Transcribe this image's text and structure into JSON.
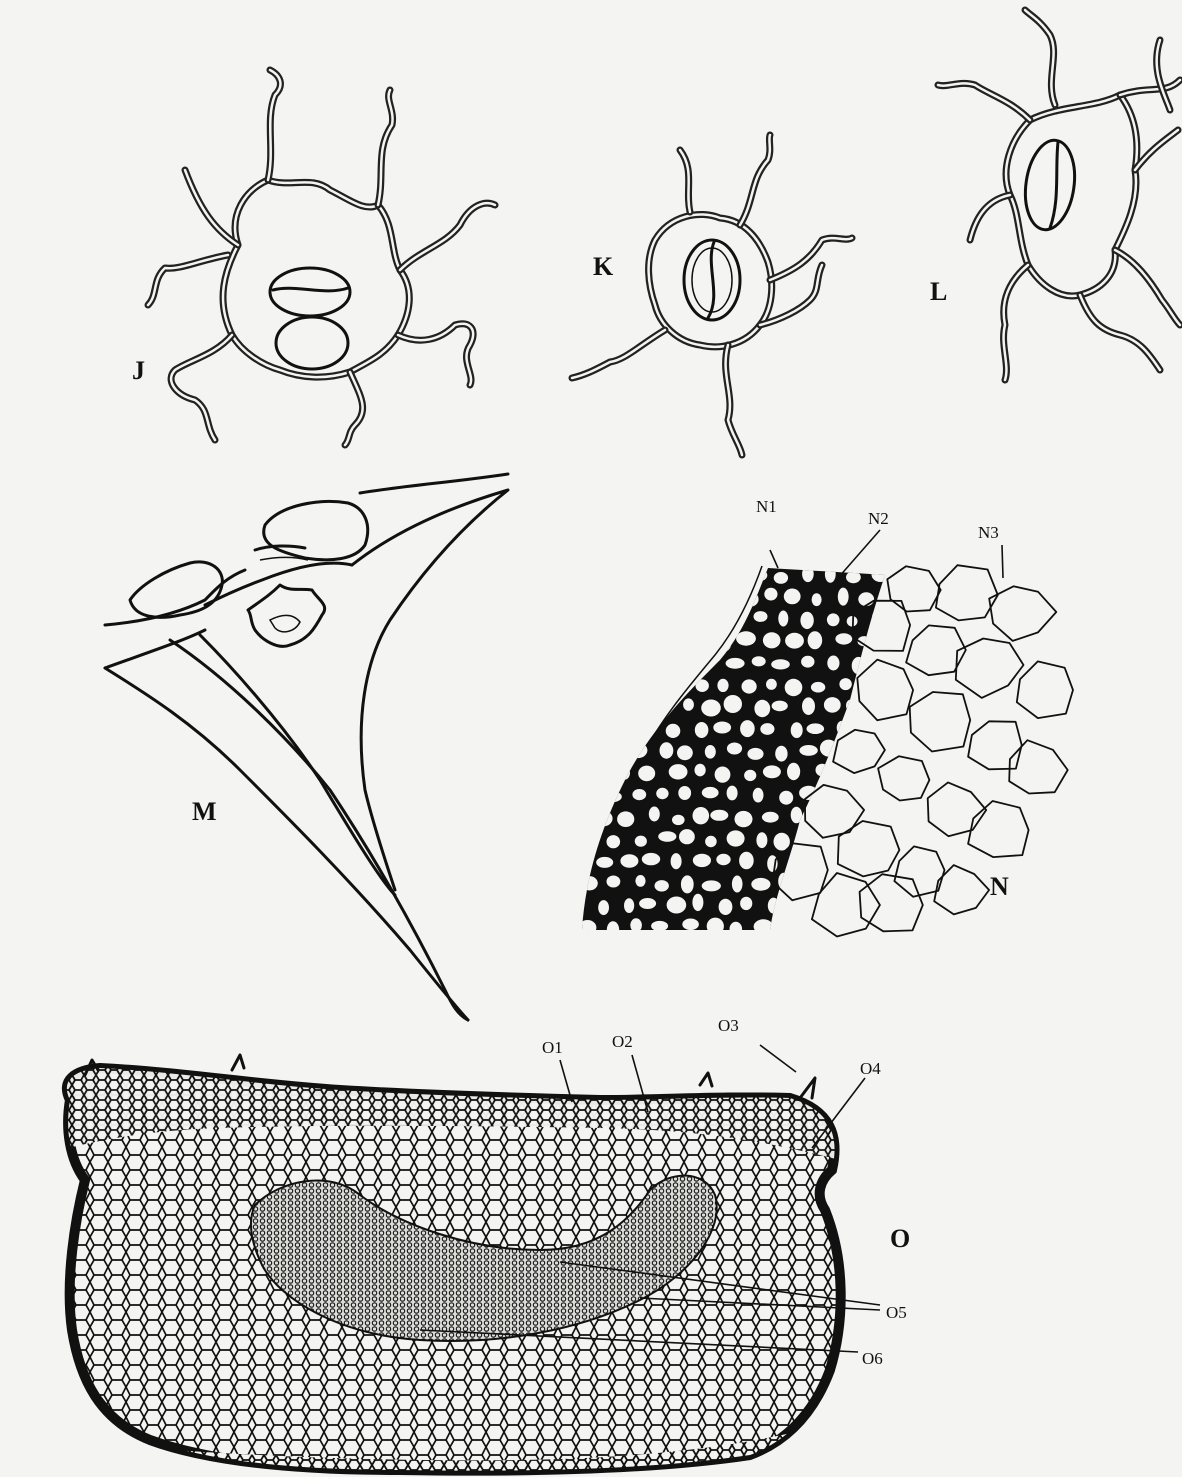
{
  "panels": {
    "j": {
      "label": "J"
    },
    "k": {
      "label": "K"
    },
    "l": {
      "label": "L"
    },
    "m": {
      "label": "M"
    },
    "n": {
      "label": "N",
      "parts": [
        "N1",
        "N2",
        "N3"
      ]
    },
    "o": {
      "label": "O",
      "parts": [
        "O1",
        "O2",
        "O3",
        "O4",
        "O5",
        "O6"
      ]
    }
  },
  "colors": {
    "ink": "#111111",
    "paper": "#f4f4f2"
  }
}
